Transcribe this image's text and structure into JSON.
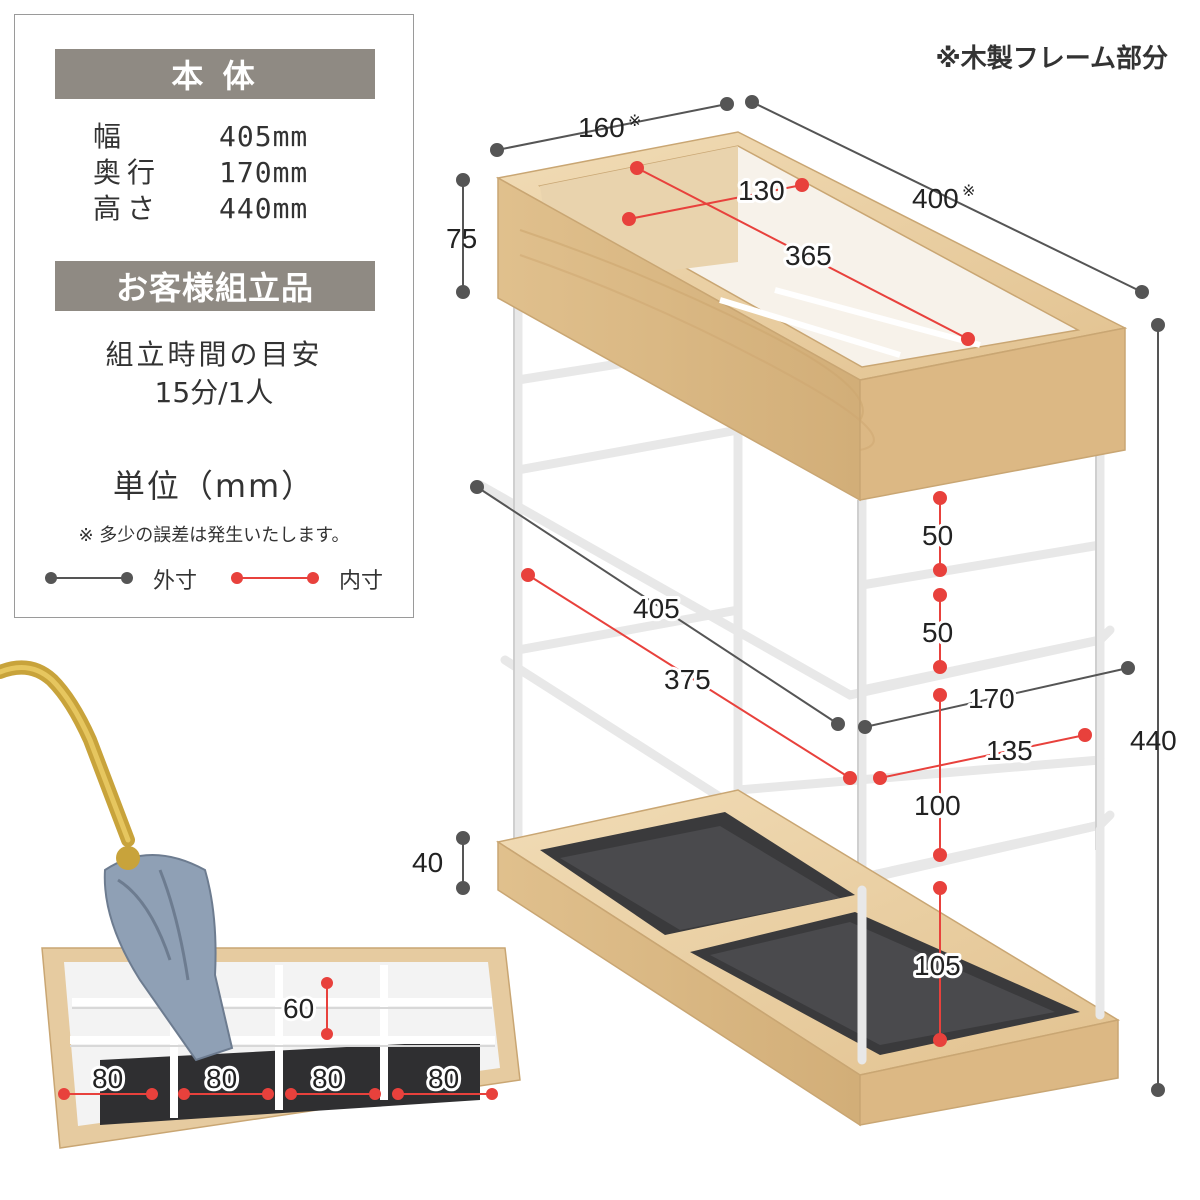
{
  "frame_note": "※木製フレーム部分",
  "spec": {
    "body_header": "本 体",
    "rows": [
      {
        "label": "幅",
        "value": "405mm"
      },
      {
        "label": "奥行",
        "value": "170mm"
      },
      {
        "label": "高さ",
        "value": "440mm"
      }
    ],
    "assembly_header": "お客様組立品",
    "assembly_time_label": "組立時間の目安",
    "assembly_time": "15分/1人",
    "unit_label": "単位（mm）",
    "note": "※ 多少の誤差は発生いたします。",
    "legend_outer": "外寸",
    "legend_inner": "内寸"
  },
  "dimensions": {
    "frame_depth": "160",
    "frame_width": "400",
    "frame_mark": "※",
    "inner_depth_top": "130",
    "inner_width_top": "365",
    "frame_height": "75",
    "total_height": "440",
    "gap_a": "50",
    "gap_b": "50",
    "width_outer": "405",
    "width_inner": "375",
    "depth_outer": "170",
    "depth_inner": "135",
    "gap_c": "100",
    "gap_d": "105",
    "base_height": "40"
  },
  "inset": {
    "divider_gap": "60",
    "compartments": [
      "80",
      "80",
      "80",
      "80"
    ]
  },
  "colors": {
    "outer_dim": "#555555",
    "inner_dim": "#e8413c",
    "band": "#8f8a83",
    "wood": "#e8cfa6",
    "wood_dark": "#d6b784",
    "tray": "#3a3a3c",
    "steel": "#f4f4f4"
  }
}
